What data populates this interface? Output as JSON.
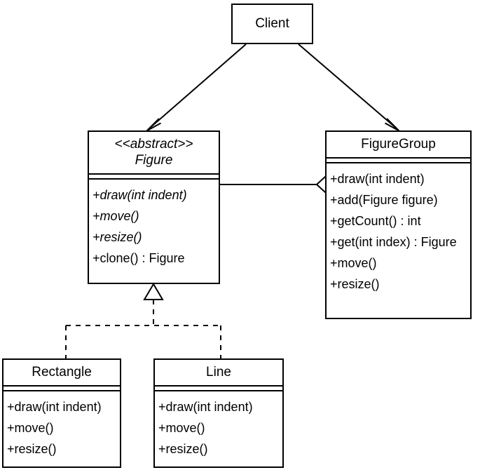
{
  "diagram": {
    "title": "Composite pattern UML class diagram",
    "type": "uml-class-diagram",
    "background_color": "#ffffff",
    "line_color": "#000000",
    "classes": [
      {
        "id": "client",
        "name": "Client",
        "stereotype": "",
        "abstract": false,
        "attributes": [],
        "operations": []
      },
      {
        "id": "figure",
        "name": "Figure",
        "stereotype": "<<abstract>>",
        "abstract": true,
        "attributes": [],
        "operations": [
          {
            "label": "+draw(int indent)",
            "abstract": true
          },
          {
            "label": "+move()",
            "abstract": true
          },
          {
            "label": "+resize()",
            "abstract": true
          },
          {
            "label": "+clone() : Figure",
            "abstract": false
          }
        ]
      },
      {
        "id": "figuregroup",
        "name": "FigureGroup",
        "stereotype": "",
        "abstract": false,
        "attributes": [],
        "operations": [
          {
            "label": "+draw(int indent)",
            "abstract": false
          },
          {
            "label": "+add(Figure figure)",
            "abstract": false
          },
          {
            "label": "+getCount() : int",
            "abstract": false
          },
          {
            "label": "+get(int index) : Figure",
            "abstract": false
          },
          {
            "label": "+move()",
            "abstract": false
          },
          {
            "label": "+resize()",
            "abstract": false
          }
        ]
      },
      {
        "id": "rectangle",
        "name": "Rectangle",
        "stereotype": "",
        "abstract": false,
        "attributes": [],
        "operations": [
          {
            "label": "+draw(int indent)",
            "abstract": false
          },
          {
            "label": "+move()",
            "abstract": false
          },
          {
            "label": "+resize()",
            "abstract": false
          }
        ]
      },
      {
        "id": "line",
        "name": "Line",
        "stereotype": "",
        "abstract": false,
        "attributes": [],
        "operations": [
          {
            "label": "+draw(int indent)",
            "abstract": false
          },
          {
            "label": "+move()",
            "abstract": false
          },
          {
            "label": "+resize()",
            "abstract": false
          }
        ]
      }
    ],
    "relationships": [
      {
        "id": "client-to-figure",
        "kind": "association",
        "from": "Client",
        "to": "Figure",
        "style": "solid",
        "source_marker": "none",
        "target_marker": "open-arrow"
      },
      {
        "id": "client-to-figuregroup",
        "kind": "association",
        "from": "Client",
        "to": "FigureGroup",
        "style": "solid",
        "source_marker": "none",
        "target_marker": "open-arrow"
      },
      {
        "id": "figuregroup-aggregates-figure",
        "kind": "aggregation",
        "from": "FigureGroup",
        "to": "Figure",
        "style": "solid",
        "source_marker": "hollow-diamond",
        "target_marker": "none"
      },
      {
        "id": "rectangle-realizes-figure",
        "kind": "realization",
        "from": "Rectangle",
        "to": "Figure",
        "style": "dashed",
        "source_marker": "none",
        "target_marker": "hollow-triangle"
      },
      {
        "id": "line-realizes-figure",
        "kind": "realization",
        "from": "Line",
        "to": "Figure",
        "style": "dashed",
        "source_marker": "none",
        "target_marker": "hollow-triangle"
      }
    ]
  }
}
